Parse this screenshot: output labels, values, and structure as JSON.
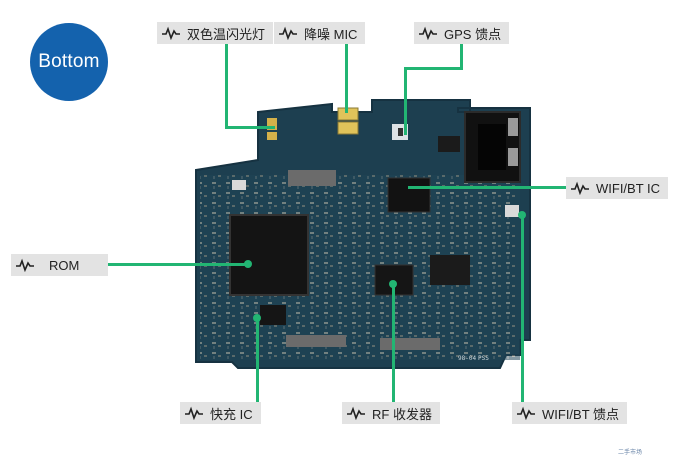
{
  "badge": {
    "text": "Bottom",
    "color": "#1462ad"
  },
  "accent_color": "#22b573",
  "label_bg": "#e3e3e3",
  "labels": {
    "flash": "双色温闪光灯",
    "mic": "降噪 MIC",
    "gps": "GPS 馈点",
    "wifi_ic": "WIFI/BT IC",
    "rom": "ROM",
    "fast_charge": "快充 IC",
    "rf": "RF 收发器",
    "wifi_feed": "WIFI/BT 馈点"
  },
  "board": {
    "pcb_color": "#1c3e4e",
    "chips": [
      "ROM chip",
      "WIFI/BT IC chip",
      "RF transceiver"
    ],
    "markings": {
      "top_right_code": "98-04",
      "bottom_code": "PSS"
    }
  },
  "watermark": "二手市场"
}
